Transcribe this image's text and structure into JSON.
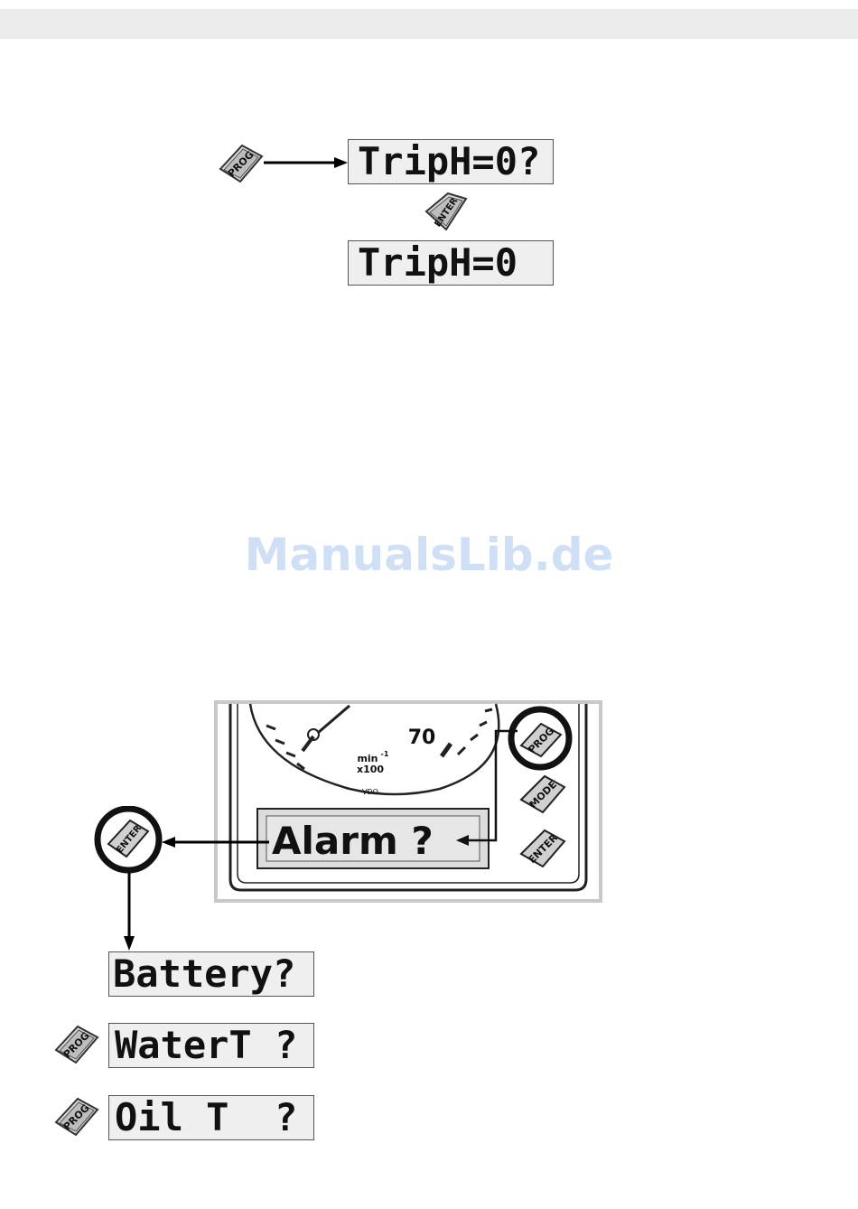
{
  "watermark": "ManualsLib.de",
  "top_section": {
    "prog_key_label": "PROG",
    "enter_key_label": "ENTER",
    "display_1": "TripH=0?",
    "display_2": "TripH=0 "
  },
  "gauge": {
    "scale_label": "70",
    "unit_line_1": "min",
    "unit_exponent": "-1",
    "unit_line_2": "x100",
    "brand": "VDO",
    "display": "Alarm ?",
    "prog_key_label": "PROG",
    "mode_key_label": "MODE",
    "enter_key_label": "ENTER"
  },
  "menu": {
    "enter_key_label": "ENTER",
    "battery": "Battery?",
    "water_prog_label": "PROG",
    "water": "WaterT ?",
    "oil_prog_label": "PROG",
    "oil": "Oil T  ?"
  }
}
